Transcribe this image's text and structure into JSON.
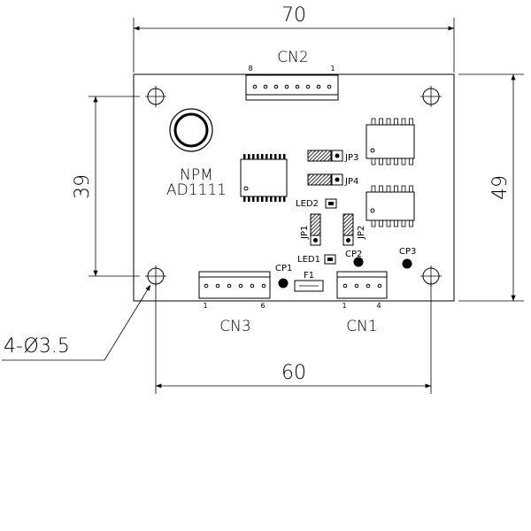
{
  "dimensions": {
    "top_width": "70",
    "right_height": "49",
    "left_hole_spacing": "39",
    "bottom_hole_spacing": "60",
    "hole_callout": "4-Ø3.5"
  },
  "board": {
    "model_line1": "NPM",
    "model_line2": "AD1111"
  },
  "connectors": {
    "cn2": {
      "label": "CN2",
      "pin_left": "8",
      "pin_right": "1"
    },
    "cn3": {
      "label": "CN3",
      "pin_left": "1",
      "pin_right": "6"
    },
    "cn1": {
      "label": "CN1",
      "pin_left": "1",
      "pin_right": "4"
    }
  },
  "components": {
    "jp3": "JP3",
    "jp4": "JP4",
    "led2": "LED2",
    "jp1": "JP1",
    "jp2": "JP2",
    "led1": "LED1",
    "cp1": "CP1",
    "cp2": "CP2",
    "cp3": "CP3",
    "f1": "F1"
  }
}
